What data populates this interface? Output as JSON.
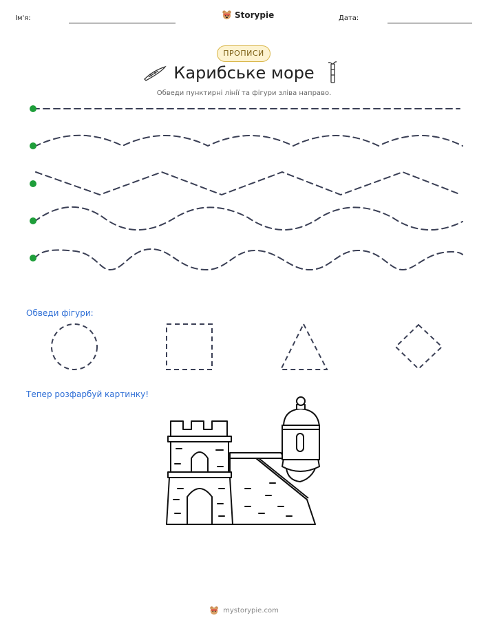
{
  "header": {
    "name_label": "Ім'я:",
    "date_label": "Дата:",
    "brand_name": "Storypie",
    "brand_icon": "storypie-bear-icon"
  },
  "badge": {
    "label": "ПРОПИСИ"
  },
  "title": {
    "text": "Карибське море",
    "left_icon": "canoe-icon",
    "right_icon": "sugarcane-icon"
  },
  "subtitle": "Обведи пунктирні лінії та фігури зліва направо.",
  "tracing_lines": [
    {
      "shape": "straight"
    },
    {
      "shape": "smooth-wave"
    },
    {
      "shape": "zigzag"
    },
    {
      "shape": "wave"
    },
    {
      "shape": "hill-wave"
    }
  ],
  "colors": {
    "start_dot": "#1e9e3a",
    "dash": "#3a3f55",
    "accent_text": "#2f6fd6",
    "badge_border": "#d9b64a",
    "badge_fill": "#fdf3d0"
  },
  "shapes_section": {
    "title": "Обведи фігури:",
    "shapes": [
      "circle",
      "square",
      "triangle",
      "diamond"
    ]
  },
  "coloring_section": {
    "title": "Тепер розфарбуй картинку!",
    "picture": "castle-fort-illustration"
  },
  "footer": {
    "text": "mystorypie.com",
    "icon": "storypie-bear-icon"
  }
}
